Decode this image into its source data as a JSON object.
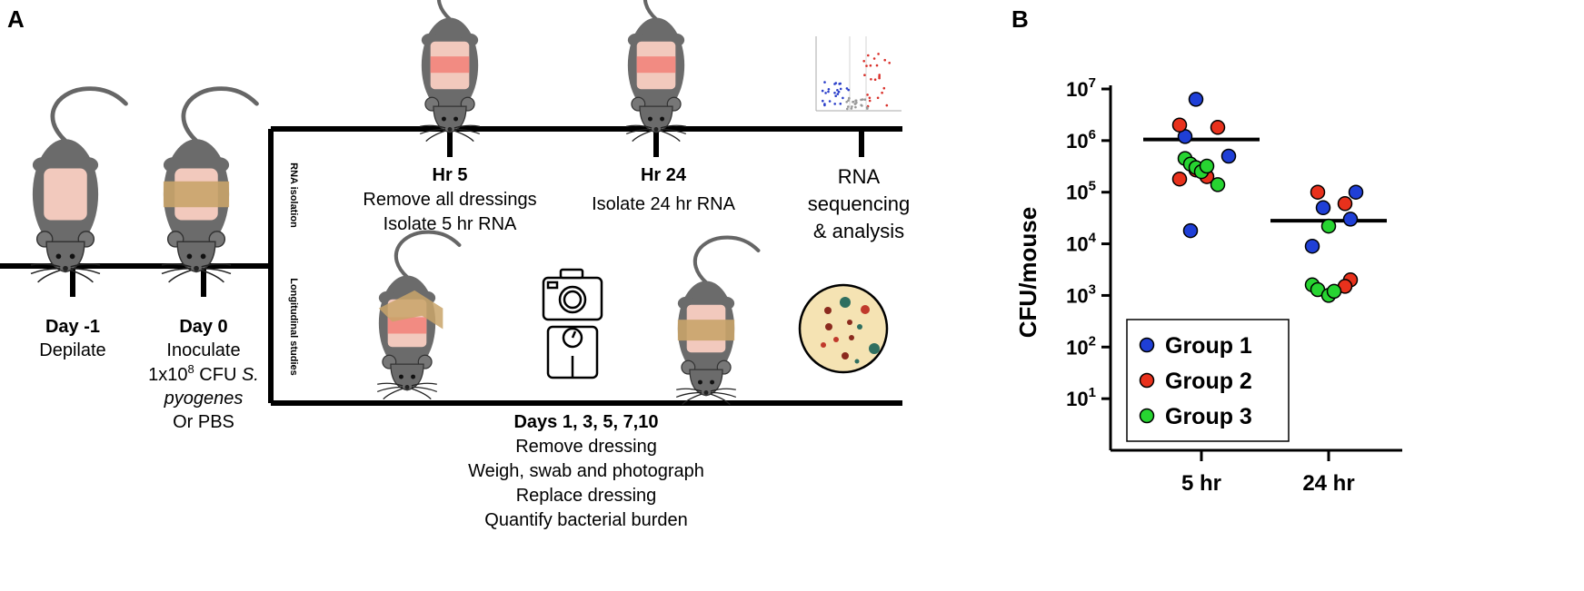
{
  "panel_a": {
    "label": "A",
    "section_labels": {
      "rna": "RNA isolation",
      "longitudinal": "Longitudinal studies"
    },
    "day_minus1": {
      "title": "Day -1",
      "line1": "Depilate"
    },
    "day0": {
      "title": "Day 0",
      "line1": "Inoculate",
      "line2_prefix": "1x10",
      "line2_sup": "8",
      "line2_mid": " CFU ",
      "line2_italic": "S.",
      "line3": "pyogenes",
      "line4": "Or PBS"
    },
    "hr5": {
      "title": "Hr 5",
      "line1": "Remove all dressings",
      "line2": "Isolate 5 hr RNA"
    },
    "hr24": {
      "title": "Hr 24",
      "line1": "Isolate 24 hr RNA"
    },
    "rnaseq": {
      "line1": "RNA",
      "line2": "sequencing",
      "line3": "& analysis"
    },
    "days": {
      "title": "Days 1, 3, 5, 7,10",
      "line1": "Remove dressing",
      "line2": "Weigh, swab and photograph",
      "line3": "Replace dressing",
      "line4": "Quantify bacterial burden"
    },
    "icons": [
      "mouse-icon",
      "bandaged-mouse-icon",
      "volcano-plot-icon",
      "camera-icon",
      "scale-icon",
      "petri-dish-icon"
    ],
    "colors": {
      "mouse": "#6b6b6b",
      "skin": "#f2c9bd",
      "wound": "#f28b82",
      "dressing": "#c9a46a",
      "plate": "#f5e3b3"
    }
  },
  "chart_data": {
    "panel_label": "B",
    "type": "scatter",
    "ylabel": "CFU/mouse",
    "yscale": "log",
    "ylim": [
      1,
      10000000
    ],
    "yticks": [
      {
        "value": 10,
        "base": "10",
        "exp": "1"
      },
      {
        "value": 100,
        "base": "10",
        "exp": "2"
      },
      {
        "value": 1000,
        "base": "10",
        "exp": "3"
      },
      {
        "value": 10000,
        "base": "10",
        "exp": "4"
      },
      {
        "value": 100000,
        "base": "10",
        "exp": "5"
      },
      {
        "value": 1000000,
        "base": "10",
        "exp": "6"
      },
      {
        "value": 10000000,
        "base": "10",
        "exp": "7"
      }
    ],
    "categories": [
      "5 hr",
      "24 hr"
    ],
    "legend": {
      "position": "bottom-left",
      "entries": [
        "Group 1",
        "Group 2",
        "Group 3"
      ]
    },
    "series": [
      {
        "name": "Group 1",
        "color": "#1f3fd6",
        "points": [
          {
            "category": "5 hr",
            "y": 6300000,
            "jitter": -0.25
          },
          {
            "category": "5 hr",
            "y": 1200000,
            "jitter": -0.75
          },
          {
            "category": "5 hr",
            "y": 500000,
            "jitter": 1.25
          },
          {
            "category": "5 hr",
            "y": 18000,
            "jitter": -0.5
          },
          {
            "category": "24 hr",
            "y": 100000,
            "jitter": 1.25
          },
          {
            "category": "24 hr",
            "y": 50000,
            "jitter": -0.25
          },
          {
            "category": "24 hr",
            "y": 30000,
            "jitter": 1.0
          },
          {
            "category": "24 hr",
            "y": 9000,
            "jitter": -0.75
          }
        ]
      },
      {
        "name": "Group 2",
        "color": "#e8311c",
        "points": [
          {
            "category": "5 hr",
            "y": 2000000,
            "jitter": -1.0
          },
          {
            "category": "5 hr",
            "y": 1800000,
            "jitter": 0.75
          },
          {
            "category": "5 hr",
            "y": 270000,
            "jitter": -0.25
          },
          {
            "category": "5 hr",
            "y": 180000,
            "jitter": -1.0
          },
          {
            "category": "5 hr",
            "y": 200000,
            "jitter": 0.25
          },
          {
            "category": "24 hr",
            "y": 100000,
            "jitter": -0.5
          },
          {
            "category": "24 hr",
            "y": 60000,
            "jitter": 0.75
          },
          {
            "category": "24 hr",
            "y": 2000,
            "jitter": 1.0
          },
          {
            "category": "24 hr",
            "y": 1500,
            "jitter": 0.75
          }
        ]
      },
      {
        "name": "Group 3",
        "color": "#27d431",
        "points": [
          {
            "category": "5 hr",
            "y": 450000,
            "jitter": -0.75
          },
          {
            "category": "5 hr",
            "y": 350000,
            "jitter": -0.5
          },
          {
            "category": "5 hr",
            "y": 300000,
            "jitter": -0.25
          },
          {
            "category": "5 hr",
            "y": 250000,
            "jitter": 0.0
          },
          {
            "category": "5 hr",
            "y": 320000,
            "jitter": 0.25
          },
          {
            "category": "5 hr",
            "y": 140000,
            "jitter": 0.75
          },
          {
            "category": "24 hr",
            "y": 22000,
            "jitter": 0.0
          },
          {
            "category": "24 hr",
            "y": 1600,
            "jitter": -0.75
          },
          {
            "category": "24 hr",
            "y": 1300,
            "jitter": -0.5
          },
          {
            "category": "24 hr",
            "y": 1000,
            "jitter": 0.0
          },
          {
            "category": "24 hr",
            "y": 1200,
            "jitter": 0.25
          }
        ]
      }
    ],
    "medians": [
      {
        "category": "5 hr",
        "y": 1050000
      },
      {
        "category": "24 hr",
        "y": 28000
      }
    ]
  }
}
